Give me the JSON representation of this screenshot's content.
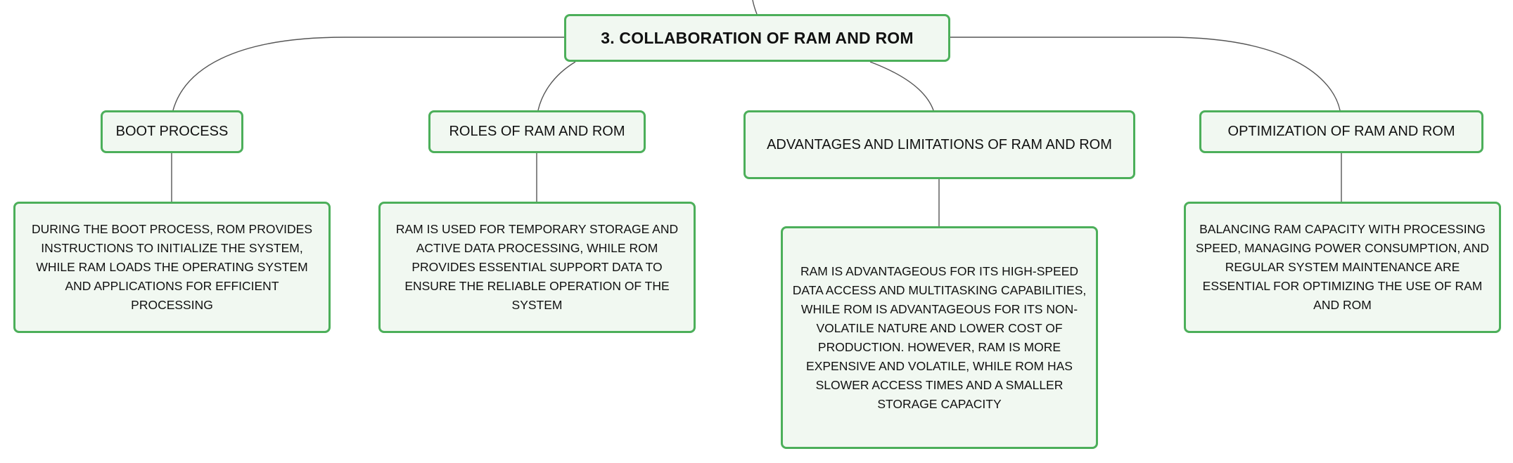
{
  "root": {
    "label": "3. COLLABORATION OF RAM AND ROM"
  },
  "topics": [
    {
      "label": "BOOT PROCESS",
      "detail": "DURING THE BOOT PROCESS, ROM PROVIDES INSTRUCTIONS TO INITIALIZE THE SYSTEM, WHILE RAM LOADS THE OPERATING SYSTEM AND APPLICATIONS FOR EFFICIENT PROCESSING"
    },
    {
      "label": "ROLES OF RAM AND ROM",
      "detail": "RAM IS USED FOR TEMPORARY STORAGE AND ACTIVE DATA PROCESSING, WHILE ROM PROVIDES ESSENTIAL SUPPORT DATA TO ENSURE THE RELIABLE OPERATION OF THE SYSTEM"
    },
    {
      "label": "ADVANTAGES AND LIMITATIONS OF RAM AND ROM",
      "detail": "RAM IS ADVANTAGEOUS FOR ITS HIGH-SPEED DATA ACCESS AND MULTITASKING CAPABILITIES, WHILE ROM IS ADVANTAGEOUS FOR ITS NON-VOLATILE NATURE AND LOWER COST OF PRODUCTION. HOWEVER, RAM IS MORE EXPENSIVE AND VOLATILE, WHILE ROM HAS SLOWER ACCESS TIMES AND A SMALLER STORAGE CAPACITY"
    },
    {
      "label": "OPTIMIZATION OF RAM AND ROM",
      "detail": "BALANCING RAM CAPACITY WITH PROCESSING SPEED, MANAGING POWER CONSUMPTION, AND REGULAR SYSTEM MAINTENANCE ARE ESSENTIAL FOR OPTIMIZING THE USE OF RAM AND ROM"
    }
  ],
  "colors": {
    "node_border": "#4caf5a",
    "node_fill": "#f1f8f1",
    "connector": "#555555",
    "text": "#111111"
  }
}
